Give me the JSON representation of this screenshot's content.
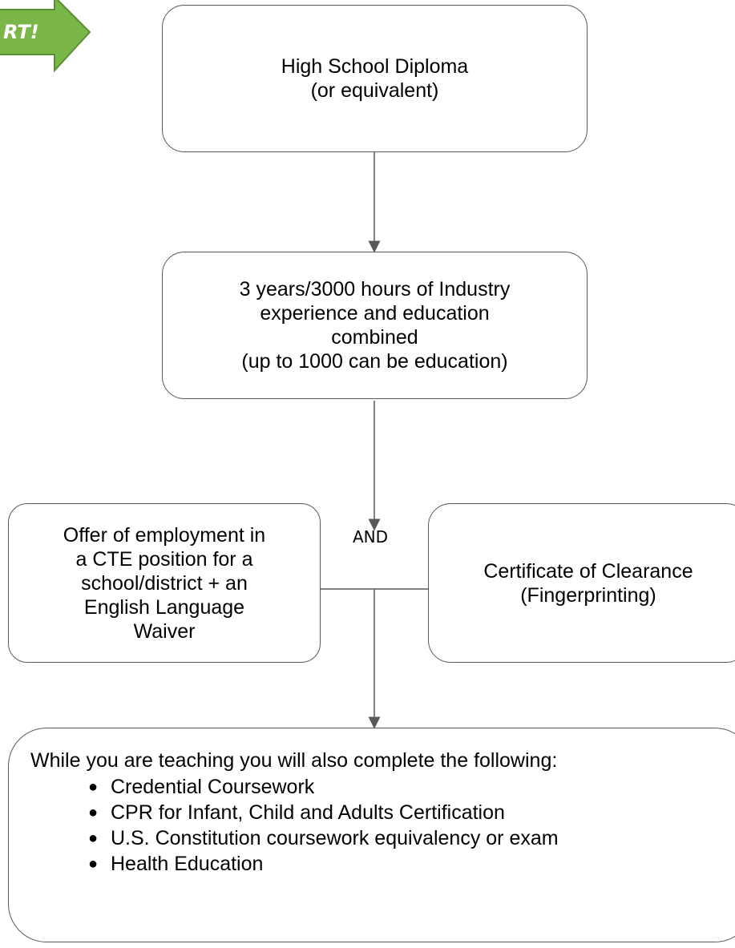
{
  "start_badge": {
    "text": "RT!",
    "color": "#7ab648"
  },
  "nodes": {
    "diploma": "High School Diploma\n(or equivalent)",
    "experience": "3 years/3000 hours of Industry\nexperience and education\ncombined\n(up to 1000 can be education)",
    "offer": "Offer of employment in\na CTE position for a\nschool/district + an\nEnglish Language\nWaiver",
    "clearance": "Certificate of Clearance\n(Fingerprinting)"
  },
  "and_label": "AND",
  "final": {
    "intro": "While you are teaching you will also complete the following:",
    "items": [
      "Credential Coursework",
      "CPR for Infant, Child and Adults Certification",
      "U.S. Constitution coursework equivalency or exam",
      "Health Education"
    ]
  }
}
